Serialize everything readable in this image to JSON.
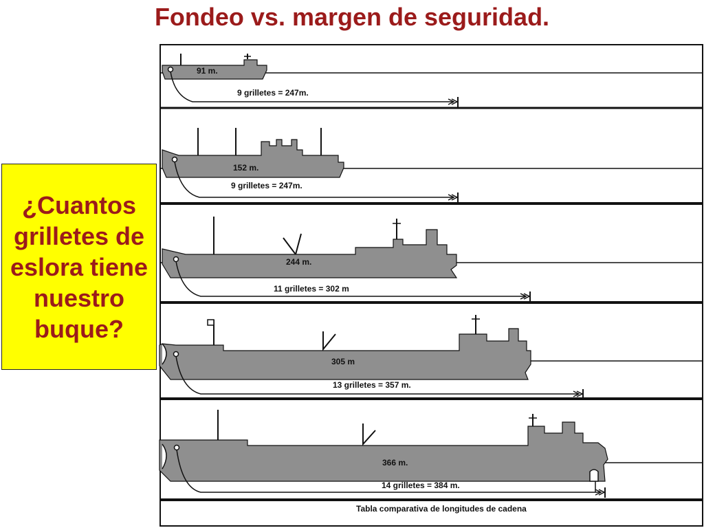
{
  "title": "Fondeo vs. margen de seguridad.",
  "question": "¿Cuantos grilletes de eslora tiene nuestro buque?",
  "ships": [
    {
      "length_label": "91 m.",
      "chain_label": "9 grilletes = 247m."
    },
    {
      "length_label": "152 m.",
      "chain_label": "9 grilletes = 247m."
    },
    {
      "length_label": "244 m.",
      "chain_label": "11 grilletes = 302 m"
    },
    {
      "length_label": "305 m",
      "chain_label": "13 grilletes = 357 m."
    },
    {
      "length_label": "366 m.",
      "chain_label": "14 grilletes = 384 m."
    }
  ],
  "footer_caption": "Tabla comparativa de longitudes de cadena",
  "colors": {
    "title": "#9b1b1b",
    "question_bg": "#ffff00",
    "hull": "#8f8f8f"
  }
}
